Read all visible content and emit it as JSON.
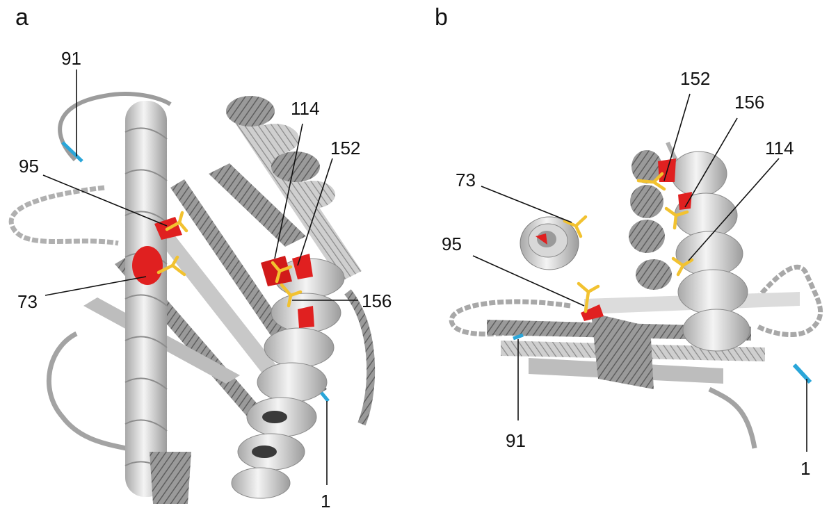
{
  "colors": {
    "background": "#ffffff",
    "helix_fill": "#e6e6e6",
    "helix_shade": "#a9a9a9",
    "strand_fill": "#8f8f8f",
    "loop": "#b5b5b5",
    "highlight_red": "#e02020",
    "sidechain_yellow": "#f2c230",
    "terminus_blue": "#2aa6d9",
    "label_text": "#111111"
  },
  "panels": [
    {
      "letter": "a",
      "labels": [
        "91",
        "95",
        "73",
        "114",
        "152",
        "156",
        "1"
      ]
    },
    {
      "letter": "b",
      "labels": [
        "152",
        "156",
        "114",
        "73",
        "95",
        "91",
        "1"
      ]
    }
  ]
}
